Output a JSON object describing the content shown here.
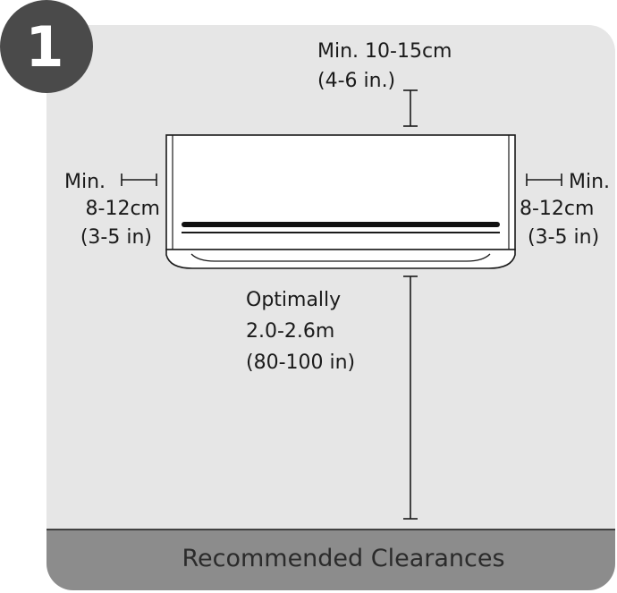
{
  "step": {
    "number": "1"
  },
  "labels": {
    "top": {
      "line1": "Min. 10-15cm",
      "line2": "(4-6 in.)"
    },
    "left": {
      "line1": "Min.",
      "line2": "8-12cm",
      "line3": "(3-5 in)"
    },
    "right": {
      "line1": "Min.",
      "line2": "8-12cm",
      "line3": "(3-5 in)"
    },
    "bottom": {
      "line1": "Optimally",
      "line2": "2.0-2.6m",
      "line3": "(80-100 in)"
    }
  },
  "footer": {
    "caption": "Recommended Clearances"
  },
  "colors": {
    "panel_bg": "#e6e6e6",
    "floor_band": "#8c8c8c",
    "step_badge": "#4a4a4a",
    "ink": "#1a1a1a"
  }
}
